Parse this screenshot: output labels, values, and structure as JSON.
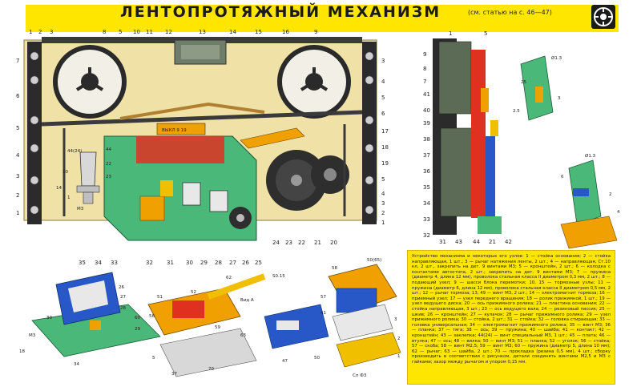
{
  "title": "ЛЕНТОПРОТЯЖНЫЙ МЕХАНИЗМ",
  "reference": "(см. статью на с. 46—47)",
  "colors": {
    "title_bg": "#ffe600",
    "chassis": "#f0e2a6",
    "accent_orange": "#f0a000",
    "accent_red": "#e03020",
    "accent_green": "#4ab878",
    "accent_blue": "#2858c8"
  },
  "icons": {
    "logo": "publisher-logo-icon"
  },
  "main_assembly": {
    "callouts_top": [
      "1",
      "2",
      "3",
      "8",
      "5",
      "10",
      "11",
      "12",
      "13",
      "14",
      "15",
      "16",
      "9"
    ],
    "callouts_left": [
      "7",
      "6",
      "5",
      "4",
      "3",
      "2",
      "1"
    ],
    "callouts_right": [
      "3",
      "4",
      "5",
      "6",
      "17",
      "18",
      "19",
      "5",
      "4",
      "3",
      "2",
      "1"
    ],
    "callouts_bottom": [
      "35",
      "34",
      "33",
      "32",
      "31",
      "30",
      "29",
      "28",
      "27",
      "26",
      "25",
      "24",
      "23",
      "22",
      "21",
      "20"
    ],
    "sign_text": "ВЫКЛ 9 19"
  },
  "side_view": {
    "callouts": [
      "1",
      "5",
      "9",
      "8",
      "7",
      "41",
      "40",
      "39",
      "38",
      "37",
      "36",
      "35",
      "34",
      "33",
      "32",
      "31",
      "43",
      "44",
      "21",
      "42"
    ],
    "dims": [
      "Ø1.3",
      "25",
      "3",
      "2.5",
      "Ø1.3",
      "6",
      "2",
      "4"
    ]
  },
  "detail_a": {
    "callouts": [
      "44",
      "22",
      "23",
      "44(24)",
      "1",
      "М3",
      "10",
      "14"
    ]
  },
  "detail_b": {
    "callouts": [
      "26",
      "27",
      "28",
      "60",
      "29",
      "30",
      "М3",
      "18",
      "34"
    ]
  },
  "detail_c": {
    "callouts": [
      "62",
      "52",
      "51",
      "56",
      "59",
      "63",
      "5",
      "Вид А",
      "S0.15",
      "70",
      "37",
      "47",
      "50"
    ]
  },
  "detail_d": {
    "callouts": [
      "58",
      "50(65)",
      "57",
      "41",
      "3",
      "2",
      "1",
      "Сп Ф3"
    ]
  },
  "legend": "Устройство механизма и некоторых его узлов: 1 — стойка основания; 2 — стойка направляющая, 1 шт.; 3 — рычаг натяжения ленты, 2 шт.; 4 — направляющая, Ст.10 кл, 2 шт., закрепить на дет. 9 винтами М3; 5 — кронштейн, 2 шт.; 6 — колодка с контактами автостопа, 2 шт.; закрепить на дет. 9 винтами М3; 7 — пружина (диаметр 4, длина 12 мм), проволока стальная класса II диаметром 0,3 мм, 2 шт.; 8 — подающий узел; 9 — шасси блока перемотки; 10, 15 — тормозные узлы; 11 — пружина (диаметр 6, длина 12 мм), проволока стальная класса II диаметром 0,5 мм, 2 шт.; 12 — рычаг тормоза; 13, 49 — винт М3, 2 шт.; 14 — электромагнит тормоза; 16 — приемный узел; 17 — узел переднего вращения; 18 — ролик прижимной, 1 шт.; 19 — узел ведущего диска; 20 — ось прижимного ролика; 21 — пластина основания; 22 — стойка направляющая, 3 шт.; 23 — ось ведущего вала; 24 — резиновый пассик; 25 — шкив; 26 — кронштейн; 27 — кулачок; 28 — рычаг прижимного ролика; 29 — узел прижимного ролика; 30 — стойка, 2 шт.; 31 — стойка; 32 — головка стирающая; 33 — головка универсальная; 34 — электромагнит прижимного ролика; 35 — винт М3; 36 — планка; 37 — тяга; 38 — ось; 39 — пружина; 40 — шайба; 41 — контакт; 42 — кронштейн; 43 — заклепка; 44(24) — винт специальный М3, 1 шт.; 45 — плата; 46 — втулка; 47 — ось; 48 — вилка; 50 — винт М3; 51 — планка; 52 — уголок; 56 — стойка; 57 — скоба; 58 — винт М2,5; 59 — винт М3; 60 — пружина (диаметр 5, длина 10 мм); 62 — рычаг; 63 — шайба, 2 шт.; 70 — прокладка (резина 0,5 мм), 4 шт.; сборку производить в соответствии с рисунком, детали соединять винтами М2,5 и М3 с гайками; зазор между рычагом и упором 0,15 мм."
}
